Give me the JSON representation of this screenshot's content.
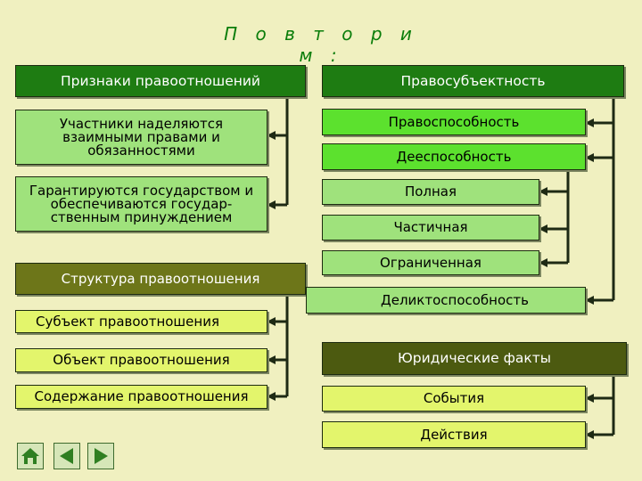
{
  "title": "П о в т о р и м :",
  "left": {
    "header": "Признаки правоотношений",
    "features": [
      "Участники наделяются взаимными правами и обязанностями",
      "Гарантируются государством и обеспечиваются государ-ственным принуждением"
    ],
    "structure_header": "Структура правоотношения",
    "structure_items": [
      "Субъект правоотношения",
      "Объект правоотношения",
      "Содержание правоотношения"
    ]
  },
  "right": {
    "header": "Правосубъектность",
    "capacity": "Правоспособность",
    "ability": "Дееспособность",
    "ability_kinds": [
      "Полная",
      "Частичная",
      "Ограниченная"
    ],
    "delict": "Деликтоспособность",
    "facts_header": "Юридические факты",
    "facts_items": [
      "События",
      "Действия"
    ]
  },
  "nav": {
    "home": "home-icon",
    "back": "arrow-left-icon",
    "forward": "arrow-right-icon"
  },
  "colors": {
    "background": "#f0f0c0",
    "dark_green": "#1e7c12",
    "light_green": "#9fe27c",
    "leaf_green": "#5ce12e",
    "olive": "#6d7619",
    "lime": "#e3f56c",
    "connector": "#1e2a14",
    "title": "#0a7d0a"
  }
}
